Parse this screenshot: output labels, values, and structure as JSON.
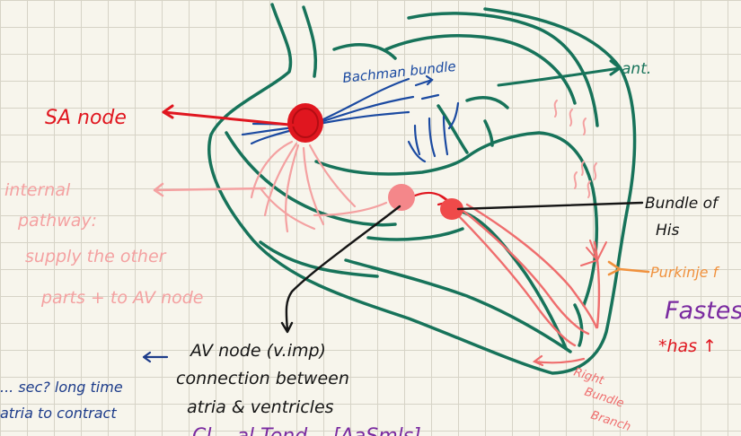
{
  "colors": {
    "heart": "#17735a",
    "red": "#e0161f",
    "pink": "#f4a1a1",
    "pink_dark": "#ef6d6d",
    "blue": "#1b4aa1",
    "navy": "#1d3c8a",
    "black": "#151515",
    "orange": "#f0913d",
    "purple": "#7a2aa0",
    "background": "#f7f5ec"
  },
  "labels": {
    "sa_node": "SA node",
    "bachmann": "Bachman bundle",
    "ant": "ant.",
    "internal_1": "internal",
    "internal_2": "pathway:",
    "internal_3": "supply the other",
    "internal_4": "parts + to AV node",
    "bundle_his_1": "Bundle of",
    "bundle_his_2": "His",
    "purkinje": "Purkinje f",
    "fastest": "Fastes",
    "has": "*has ↑",
    "av_1": "AV node (v.imp)",
    "av_2": "connection between",
    "av_3": "atria & ventricles",
    "sec_1": "... sec? long time",
    "sec_2": "atria to contract",
    "right_bb_1": "Right",
    "right_bb_2": "Bundle",
    "right_bb_3": "Branch",
    "bottom_cut": "Cl....al  Tend... [AaSmls]"
  }
}
